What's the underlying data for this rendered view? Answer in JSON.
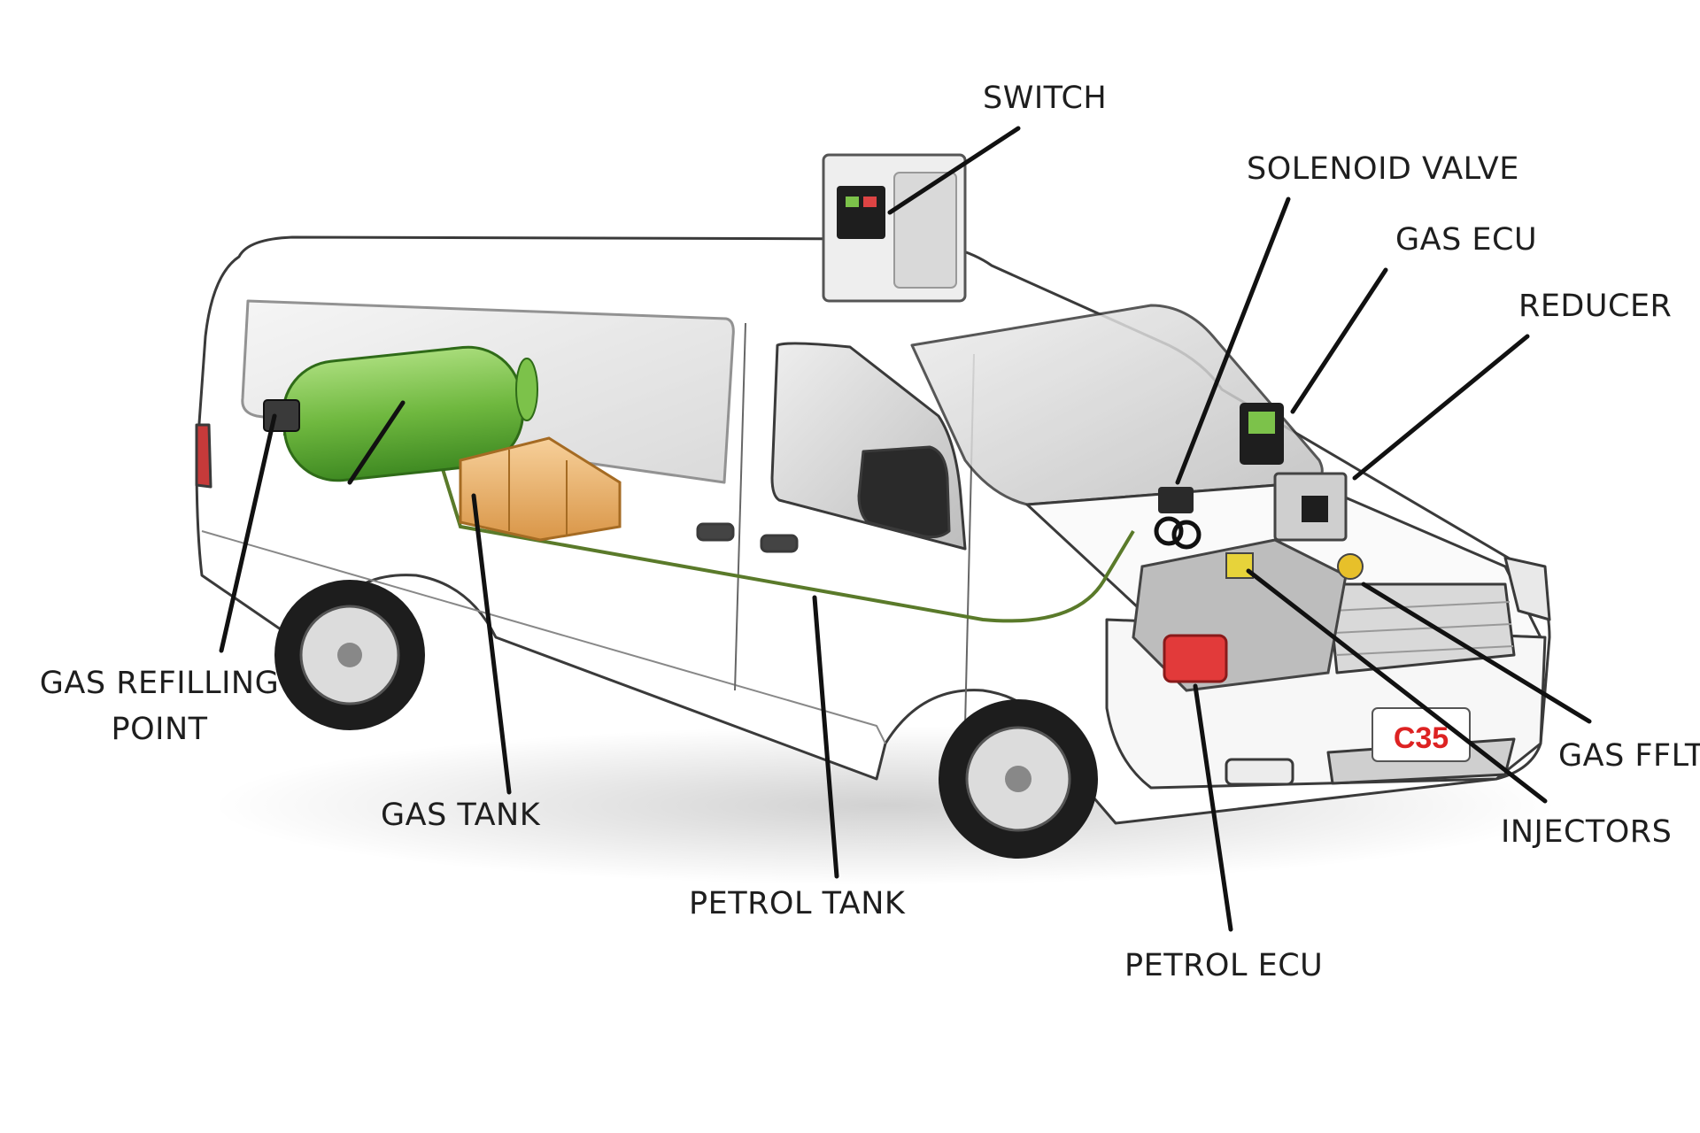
{
  "labels": {
    "switch": "SWITCH",
    "solenoid_valve": "SOLENOID VALVE",
    "gas_ecu": "GAS ECU",
    "reducer": "REDUCER",
    "gas_refilling_point_line1": "GAS REFILLING",
    "gas_refilling_point_line2": "POINT",
    "gas_tank": "GAS TANK",
    "petrol_tank": "PETROL TANK",
    "petrol_ecu": "PETROL ECU",
    "injectors": "INJECTORS",
    "gas_filter": "GAS FFLT"
  },
  "plate_text": "C35",
  "colors": {
    "body": "#ffffff",
    "outline": "#3a3a3a",
    "gas_tank": "#7cc24a",
    "petrol_tank": "#f2b66a",
    "fuel_line": "#5a7a2a",
    "leader": "#111111",
    "red_part": "#e23a3a",
    "label_text": "#1e1e1e"
  }
}
